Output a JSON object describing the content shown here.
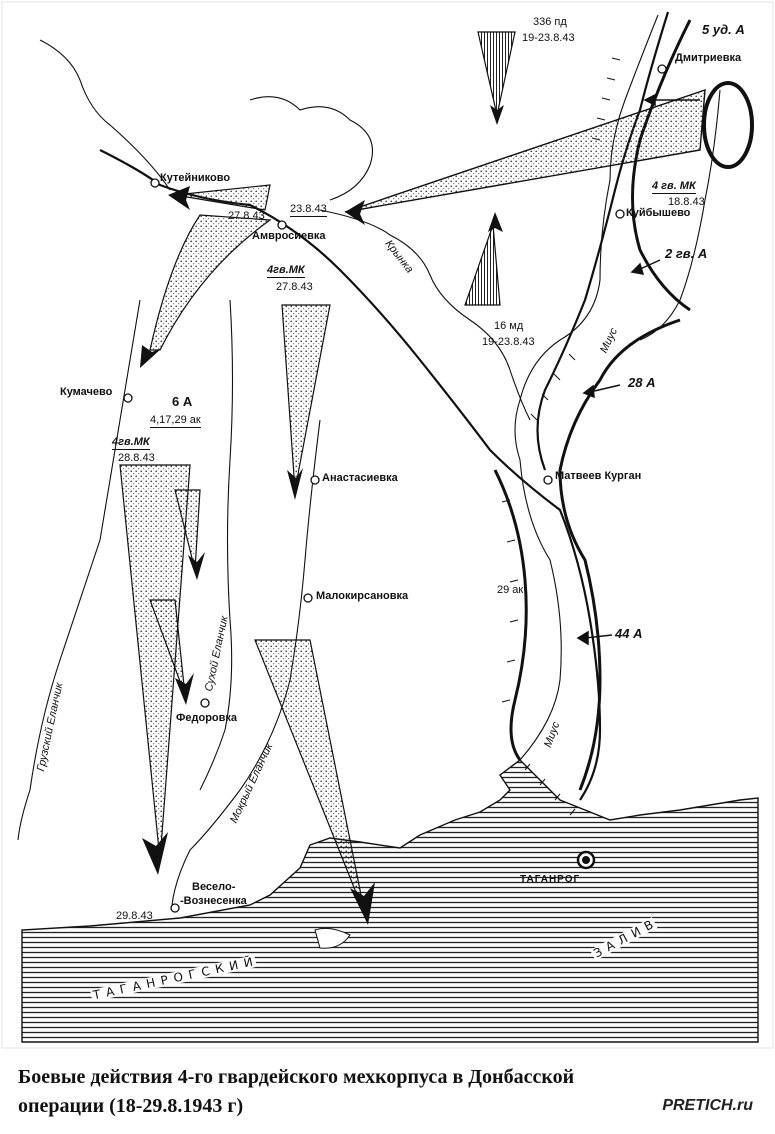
{
  "map": {
    "units": {
      "army5": "5 уд. А",
      "army2": "2 гв. А",
      "army28": "28 А",
      "army44": "44 А",
      "army6": "6 А",
      "army6_sub": "4,17,29 ак",
      "corps29": "29 ак",
      "div336": "336 пд",
      "div336_date": "19-23.8.43",
      "div16": "16 мд",
      "div16_date": "19-23.8.43",
      "mk_start": "4 гв. МК",
      "mk_start_date": "18.8.43",
      "mk_mid": "4гв.МК",
      "mk_mid_date": "27.8.43",
      "mk_west": "4гв.МК",
      "mk_west_date": "28.8.43"
    },
    "dates": {
      "d23": "23.8.43",
      "d27": "27.8.43",
      "d29": "29.8.43"
    },
    "places": {
      "dmitrovka": "Дмитриевка",
      "kuibyshevo": "Куйбышево",
      "kuteinikovo": "Кутейниково",
      "amvrosievka": "Амвросиевка",
      "kumachevo": "Кумачево",
      "anastasievka": "Анастасиевка",
      "malokirsanovka": "Малокирсановка",
      "matveev": "Матвеев Курган",
      "fedorovka": "Федоровка",
      "veselo1": "Весело-",
      "veselo2": "-Вознесенка",
      "taganrog": "ТАГАНРОГ"
    },
    "rivers": {
      "krynka": "Крынка",
      "mius_north": "Миус",
      "mius_south": "Миус",
      "sukhoi": "Сухой Еланчик",
      "gruzsky": "Грузский Еланчик",
      "mokry": "Мокрый Еланчик"
    },
    "sea": {
      "gulf_bottom": "Т А Г А Н Р О Г С К И Й",
      "gulf_side": "З А Л И В"
    },
    "colors": {
      "ink": "#111111",
      "paper": "#ffffff",
      "sea_hatch": "#222222"
    }
  },
  "caption": {
    "line1": "Боевые действия 4-го гвардейского мехкорпуса в Донбасской",
    "line2": "операции (18-29.8.1943 г)"
  },
  "watermark": "PRETICH.ru"
}
